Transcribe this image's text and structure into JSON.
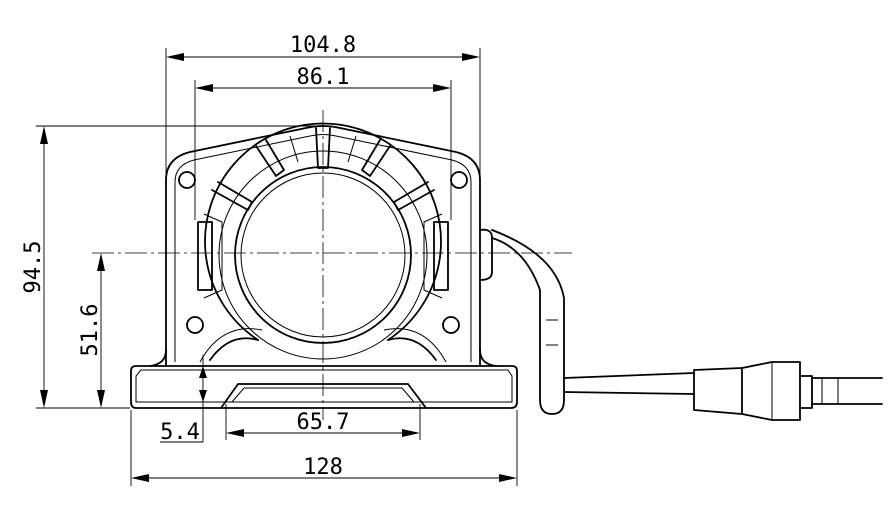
{
  "dimensions": {
    "top_outer_width": "104.8",
    "top_inner_width": "86.1",
    "total_height": "94.5",
    "center_height": "51.6",
    "base_thickness": "5.4",
    "base_slot_width": "65.7",
    "base_width": "128"
  },
  "colors": {
    "line": "#000000",
    "background": "#ffffff"
  }
}
